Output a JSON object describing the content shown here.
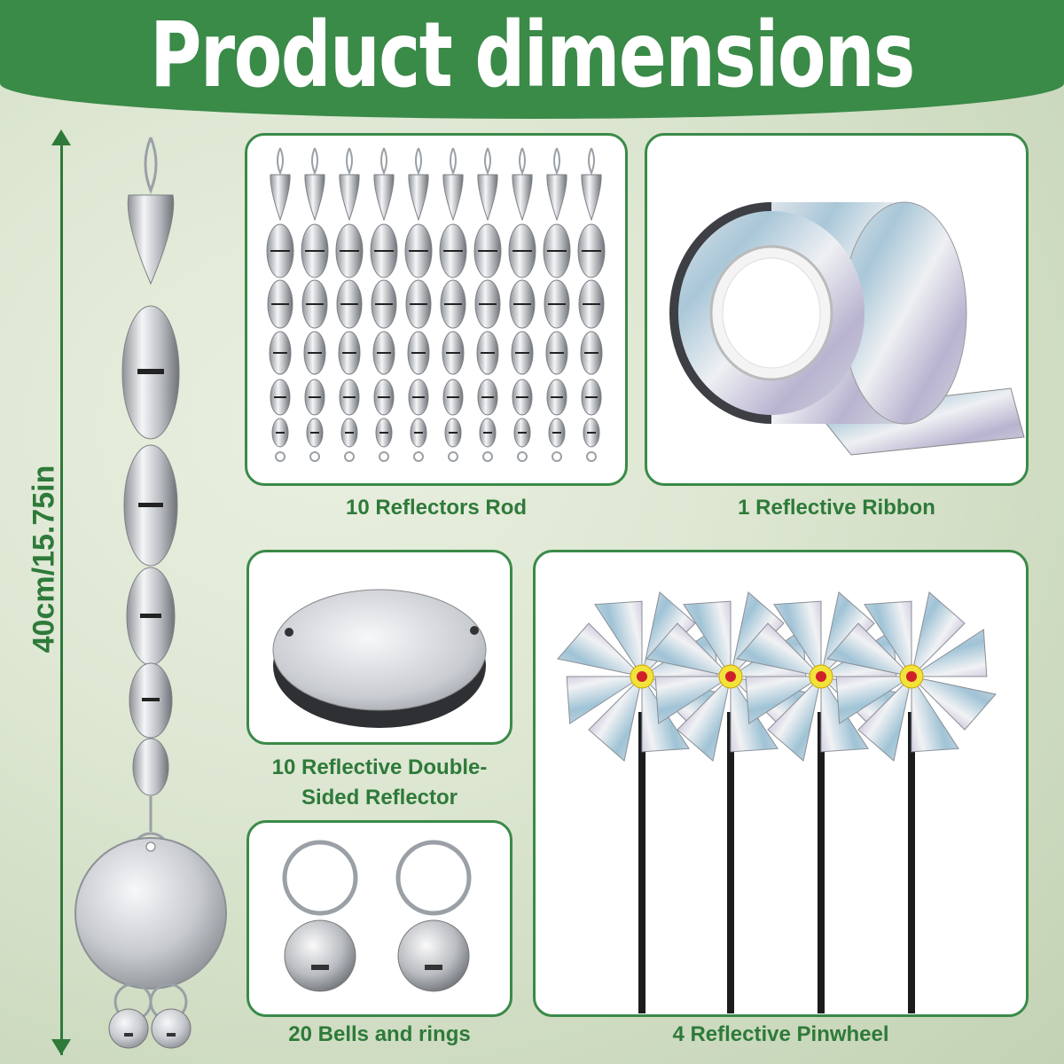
{
  "header": {
    "title": "Product dimensions"
  },
  "dimension": {
    "label": "40cm/15.75in"
  },
  "items": {
    "rods": {
      "caption": "10 Reflectors Rod"
    },
    "ribbon": {
      "caption": "1 Reflective Ribbon"
    },
    "reflector": {
      "caption_line1": "10 Reflective Double-",
      "caption_line2": "Sided Reflector"
    },
    "bells": {
      "caption": "20 Bells and rings"
    },
    "pinwheel": {
      "caption": "4 Reflective Pinwheel"
    }
  },
  "colors": {
    "brand_green": "#3a8a48",
    "text_green": "#2e7a3a",
    "silver": "#c9ccd1"
  }
}
